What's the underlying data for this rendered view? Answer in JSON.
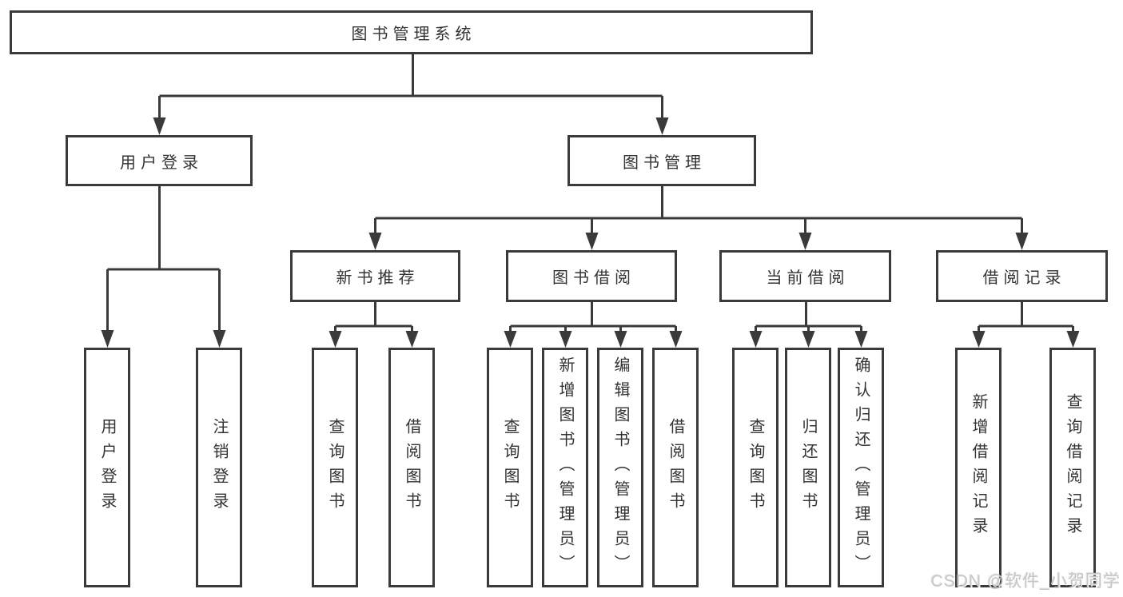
{
  "tree": {
    "root": {
      "label": "图书管理系统"
    },
    "level2": [
      {
        "label": "用户登录",
        "children": [
          {
            "label": "用户登录"
          },
          {
            "label": "注销登录"
          }
        ]
      },
      {
        "label": "图书管理",
        "children": [
          {
            "label": "新书推荐",
            "children": [
              {
                "label": "查询图书"
              },
              {
                "label": "借阅图书"
              }
            ]
          },
          {
            "label": "图书借阅",
            "children": [
              {
                "label": "查询图书"
              },
              {
                "label": "新增图书（管理员）"
              },
              {
                "label": "编辑图书（管理员）"
              },
              {
                "label": "借阅图书"
              }
            ]
          },
          {
            "label": "当前借阅",
            "children": [
              {
                "label": "查询图书"
              },
              {
                "label": "归还图书"
              },
              {
                "label": "确认归还（管理员）"
              }
            ]
          },
          {
            "label": "借阅记录",
            "children": [
              {
                "label": "新增借阅记录"
              },
              {
                "label": "查询借阅记录"
              }
            ]
          }
        ]
      }
    ]
  },
  "watermark": {
    "text": "CSDN @软件_小贺同学"
  },
  "colors": {
    "line": "#3a3a3a",
    "text": "#333333",
    "box_background": "#ffffff",
    "watermark": "#c6c6c6"
  }
}
